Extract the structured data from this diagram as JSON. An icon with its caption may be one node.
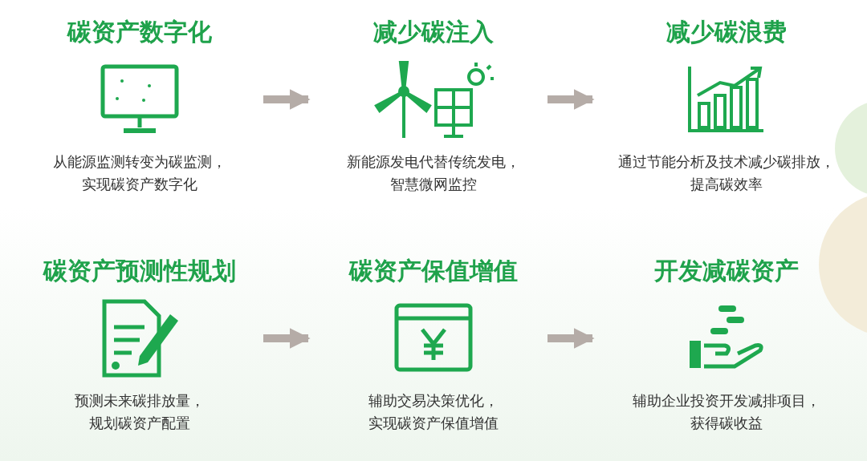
{
  "diagram": {
    "nodes": [
      {
        "text": [
          "碳资产数字化",
          "从能源监测转变为碳监测，实现碳资产数字化"
        ]
      },
      {
        "text": [
          "减少碳注入",
          "新能源发电代替传统发电，智慧微网监控"
        ]
      },
      {
        "text": [
          "减少碳浪费",
          "通过节能分析及技术减少碳排放，提高碳效率"
        ]
      },
      {
        "text": [
          "碳资产预测性规划",
          "预测未来碳排放量，规划碳资产配置"
        ]
      },
      {
        "text": [
          "碳资产保值增值",
          "辅助交易决策优化，实现碳资产保值增值"
        ]
      },
      {
        "text": [
          "开发减碳资产",
          "辅助企业投资开发减排项目，获得碳收益"
        ]
      }
    ],
    "edges": [
      {
        "from": 0,
        "to": 1,
        "arrow": "to"
      },
      {
        "from": 1,
        "to": 2,
        "arrow": "to"
      },
      {
        "from": 3,
        "to": 4,
        "arrow": "to"
      },
      {
        "from": 4,
        "to": 5,
        "arrow": "to"
      }
    ]
  }
}
